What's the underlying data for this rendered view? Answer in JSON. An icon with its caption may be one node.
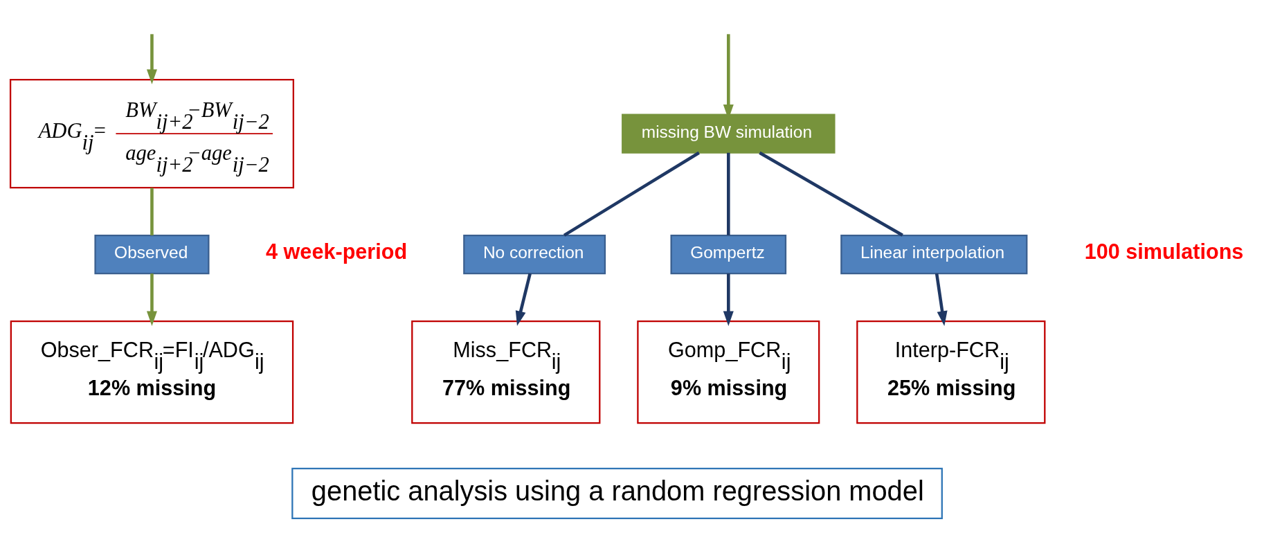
{
  "diagram": {
    "nodes": [
      {
        "text": [
          "ADG$_{ij}$=",
          "BW$_{ij+2}$−BW$_{ij−2}$",
          "age$_{ij+2}$−age$_{ij−2}$"
        ]
      },
      {
        "text": [
          "Observed"
        ]
      },
      {
        "text": [
          "Obser_FCR$_{ij}$=FI$_{ij}$/ADG$_{ij}$",
          "12% missing"
        ]
      },
      {
        "text": [
          "missing BW simulation"
        ]
      },
      {
        "text": [
          "No correction"
        ]
      },
      {
        "text": [
          "Gompertz"
        ]
      },
      {
        "text": [
          "Linear interpolation"
        ]
      },
      {
        "text": [
          "Miss_FCR$_{ij}$",
          "77% missing"
        ]
      },
      {
        "text": [
          "Gomp_FCR$_{ij}$",
          "9% missing"
        ]
      },
      {
        "text": [
          "Interp-FCR$_{ij}$",
          "25% missing"
        ]
      },
      {
        "text": [
          "genetic analysis using a random regression model"
        ]
      }
    ],
    "edges": [
      {
        "from": null,
        "to": 0,
        "arrow": "to",
        "color": "#77933c"
      },
      {
        "from": 0,
        "to": 1,
        "arrow": "none",
        "color": "#77933c"
      },
      {
        "from": 1,
        "to": 2,
        "arrow": "to",
        "color": "#77933c"
      },
      {
        "from": null,
        "to": 3,
        "arrow": "to",
        "color": "#77933c"
      },
      {
        "from": 3,
        "to": 4,
        "arrow": "none"
      },
      {
        "from": 4,
        "to": 7,
        "arrow": "to"
      },
      {
        "from": 3,
        "to": 5,
        "arrow": "none"
      },
      {
        "from": 5,
        "to": 8,
        "arrow": "to"
      },
      {
        "from": 3,
        "to": 6,
        "arrow": "none"
      },
      {
        "from": 6,
        "to": 9,
        "arrow": "to"
      }
    ],
    "labels": [
      "4 week-period",
      "100 simulations"
    ]
  }
}
